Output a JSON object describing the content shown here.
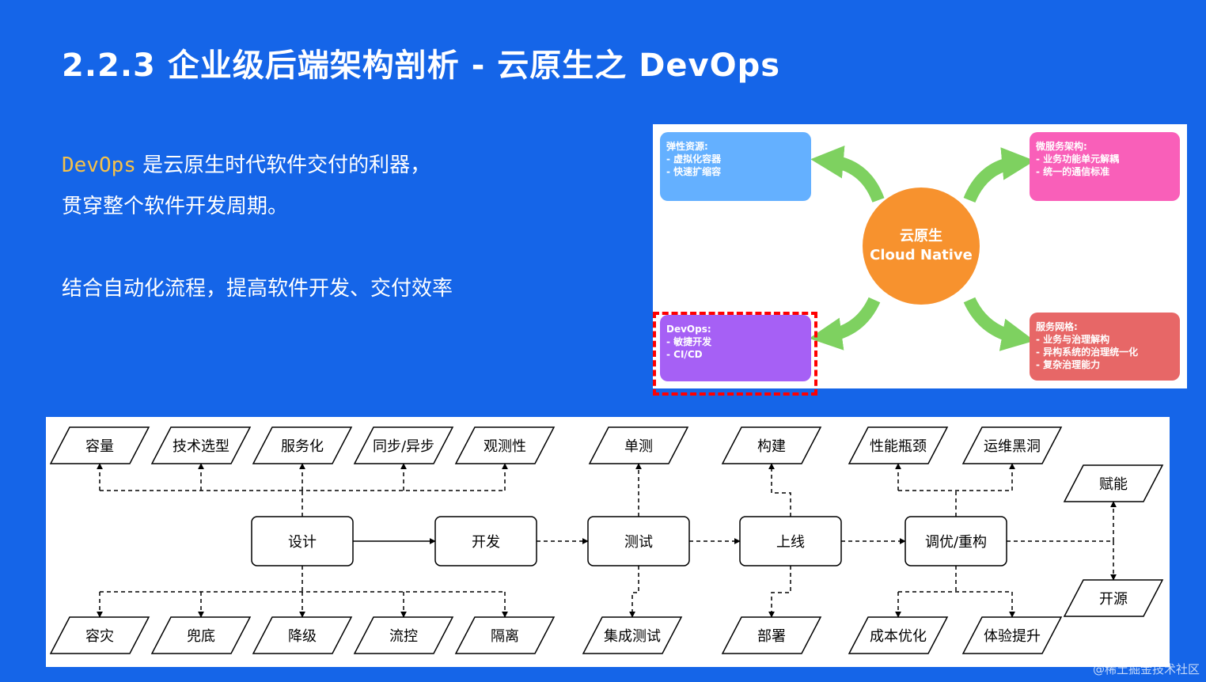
{
  "title": "2.2.3 企业级后端架构剖析 - 云原生之 DevOps",
  "intro": {
    "line1_highlight": "DevOps",
    "line1_rest": " 是云原生时代软件交付的利器，",
    "line2": "贯穿整个软件开发周期。",
    "line3": "结合自动化流程，提高软件开发、交付效率"
  },
  "cloud_native": {
    "center": [
      "云原生",
      "Cloud Native"
    ],
    "boxes": [
      {
        "lines": [
          "弹性资源:",
          "- 虚拟化容器",
          "- 快速扩缩容"
        ],
        "color": "#64b0ff"
      },
      {
        "lines": [
          "微服务架构:",
          "- 业务功能单元解耦",
          "- 统一的通信标准"
        ],
        "color": "#f95fb9"
      },
      {
        "lines": [
          "DevOps:",
          "- 敏捷开发",
          "- CI/CD"
        ],
        "color": "#a660f5"
      },
      {
        "lines": [
          "服务网格:",
          "- 业务与治理解构",
          "- 异构系统的治理统一化",
          "- 复杂治理能力"
        ],
        "color": "#e76767"
      }
    ],
    "arrow_color": "#7ed160"
  },
  "flow": {
    "stages": [
      "设计",
      "开发",
      "测试",
      "上线",
      "调优/重构"
    ],
    "top_items": [
      "容量",
      "技术选型",
      "服务化",
      "同步/异步",
      "观测性",
      "单测",
      "构建",
      "性能瓶颈",
      "运维黑洞"
    ],
    "bottom_items": [
      "容灾",
      "兜底",
      "降级",
      "流控",
      "隔离",
      "集成测试",
      "部署",
      "成本优化",
      "体验提升"
    ],
    "right_items": [
      "赋能",
      "开源"
    ]
  },
  "watermark": "@稀土掘金技术社区"
}
